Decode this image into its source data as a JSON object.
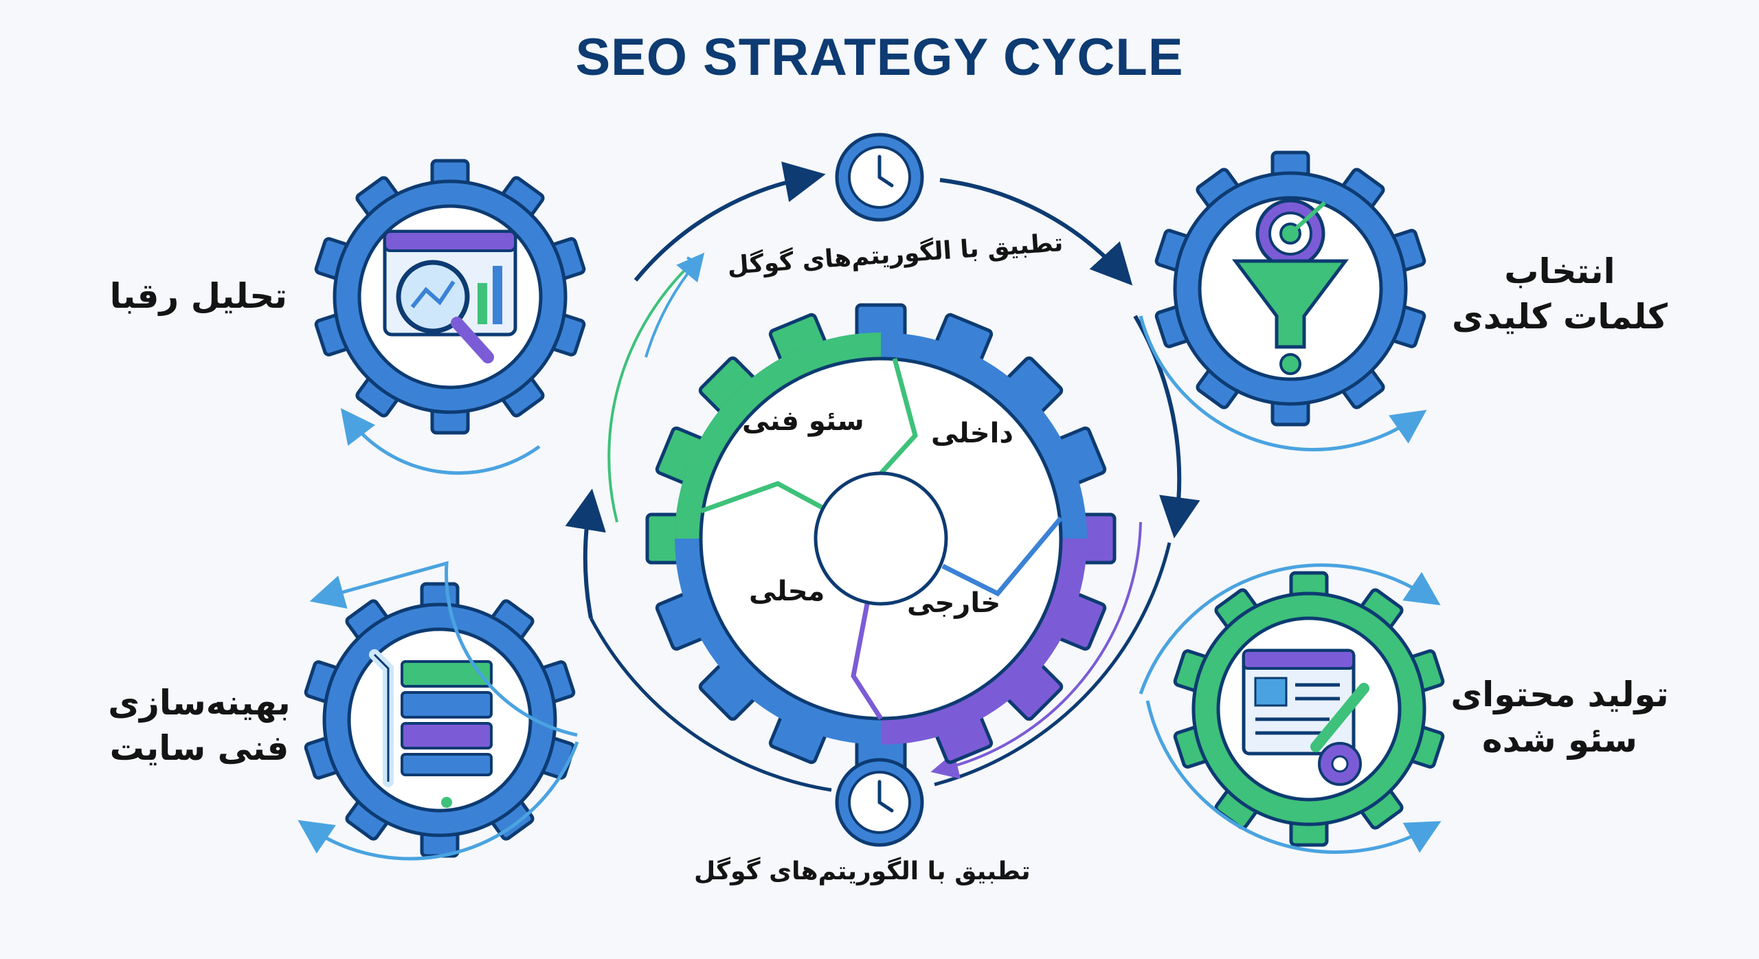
{
  "title": "SEO STRATEGY CYCLE",
  "colors": {
    "blue": "#3b82d6",
    "dark_blue": "#0d3b72",
    "green": "#3ec17a",
    "purple": "#7b5cd6",
    "light_blue": "#4aa3e0"
  },
  "center_gear": {
    "segments": [
      {
        "label": "سئو فنی",
        "color": "#3ec17a"
      },
      {
        "label": "داخلی",
        "color": "#3b82d6"
      },
      {
        "label": "محلی",
        "color": "#3b82d6"
      },
      {
        "label": "خارجی",
        "color": "#7b5cd6"
      }
    ]
  },
  "ring": {
    "top_label": "تطبیق با الگوریتم‌های گوگل",
    "bottom_label": "تطبیق با الگوریتم‌های گوگل",
    "icons": [
      "clock-icon",
      "clock-icon"
    ]
  },
  "steps": [
    {
      "id": "competitors",
      "line1": "تحلیل رقبا",
      "line2": "",
      "icon": "analytics-magnifier-icon"
    },
    {
      "id": "keywords",
      "line1": "انتخاب",
      "line2": "کلمات کلیدی",
      "icon": "funnel-target-icon"
    },
    {
      "id": "technical",
      "line1": "بهینه‌سازی",
      "line2": "فنی سایت",
      "icon": "wrench-server-icon"
    },
    {
      "id": "content",
      "line1": "تولید محتوای",
      "line2": "سئو شده",
      "icon": "content-edit-icon"
    }
  ]
}
